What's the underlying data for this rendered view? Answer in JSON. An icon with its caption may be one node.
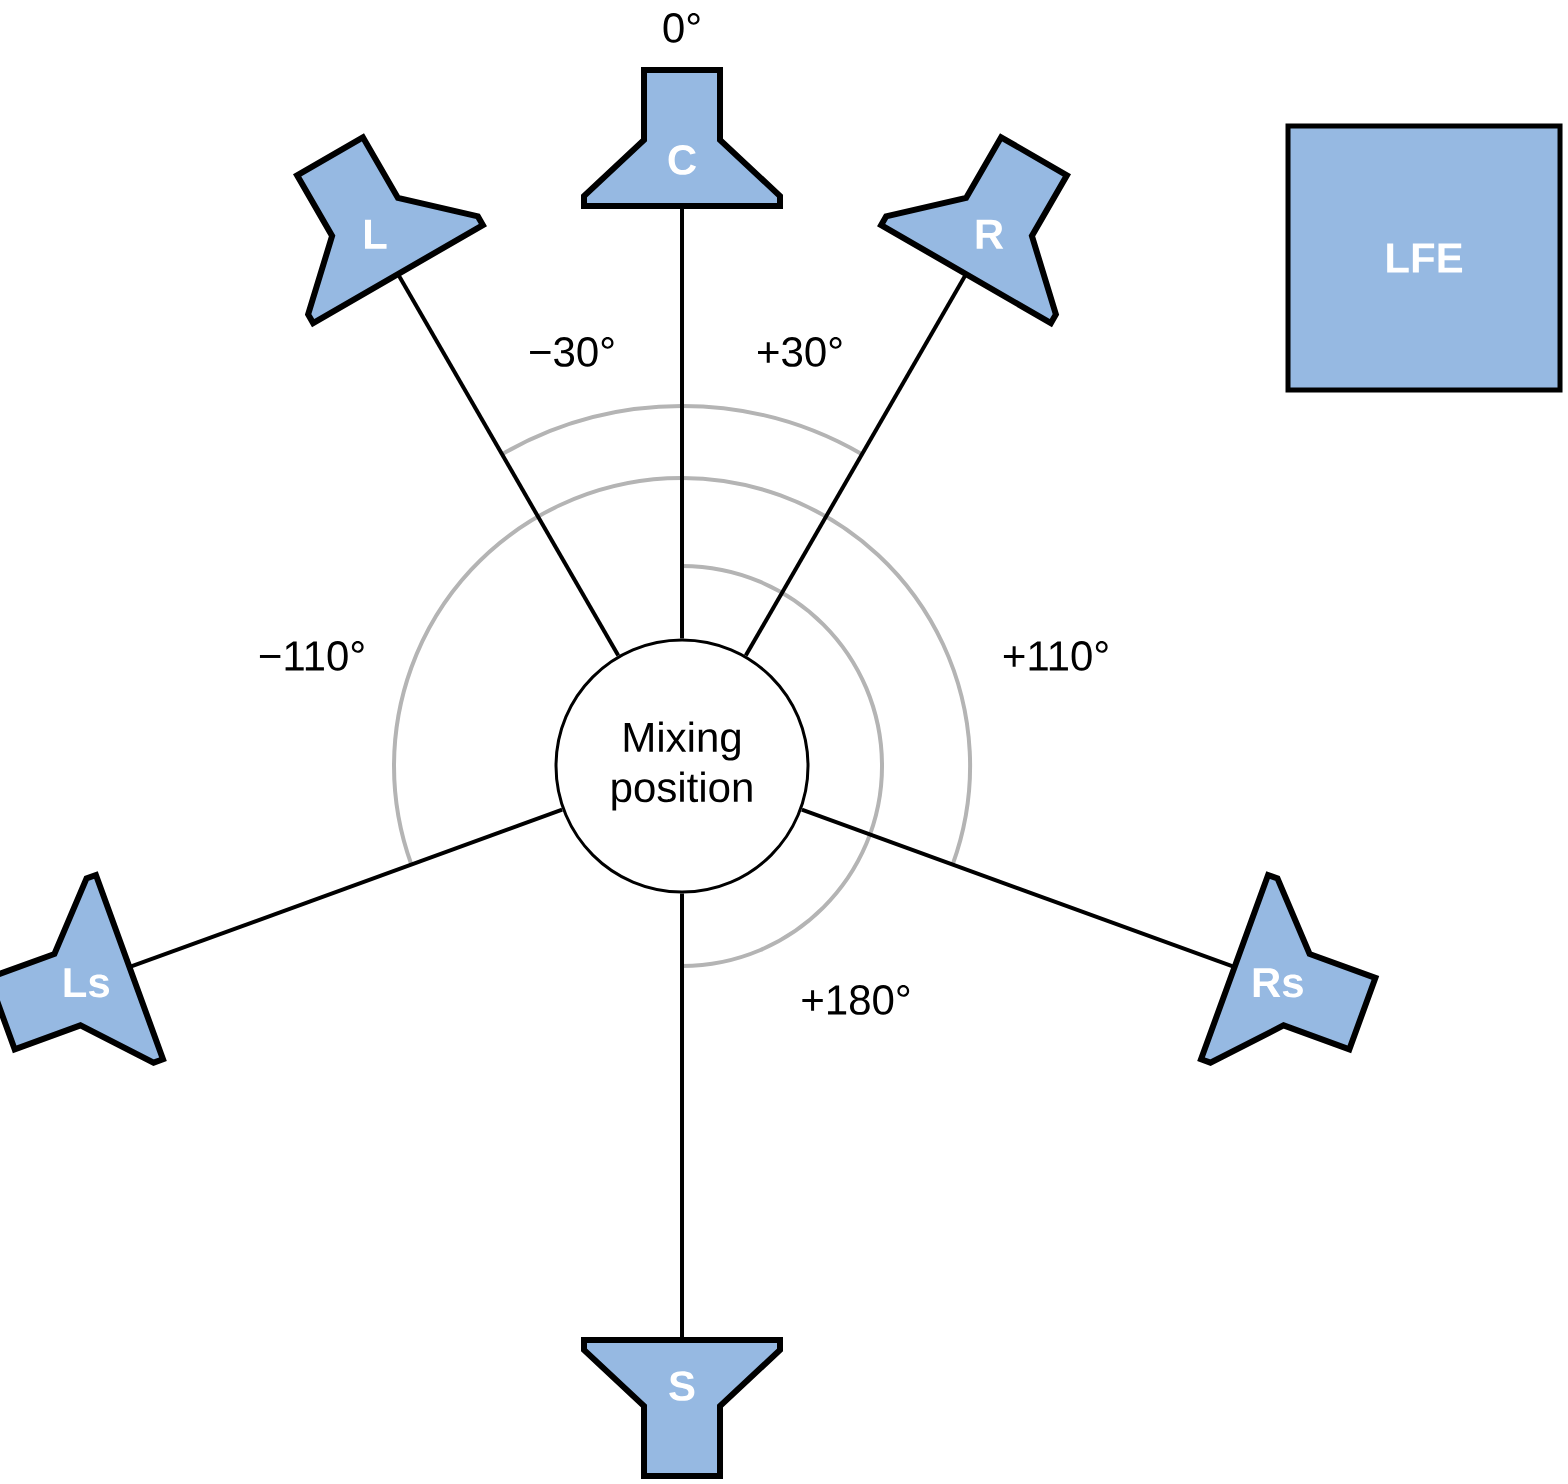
{
  "diagram": {
    "nodes": [
      {
        "text": [
          "Mixing position"
        ]
      },
      {
        "text": [
          "C"
        ]
      },
      {
        "text": [
          "L"
        ]
      },
      {
        "text": [
          "R"
        ]
      },
      {
        "text": [
          "Ls"
        ]
      },
      {
        "text": [
          "Rs"
        ]
      },
      {
        "text": [
          "S"
        ]
      },
      {
        "text": [
          "LFE"
        ]
      }
    ],
    "edges": [
      {
        "from": 0,
        "to": 1,
        "arrow": "none"
      },
      {
        "from": 0,
        "to": 2,
        "arrow": "none"
      },
      {
        "from": 0,
        "to": 3,
        "arrow": "none"
      },
      {
        "from": 0,
        "to": 4,
        "arrow": "none"
      },
      {
        "from": 0,
        "to": 5,
        "arrow": "none"
      },
      {
        "from": 0,
        "to": 6,
        "arrow": "none"
      }
    ],
    "labels": [
      "0°",
      "−30°",
      "+30°",
      "−110°",
      "+110°",
      "+180°"
    ]
  }
}
